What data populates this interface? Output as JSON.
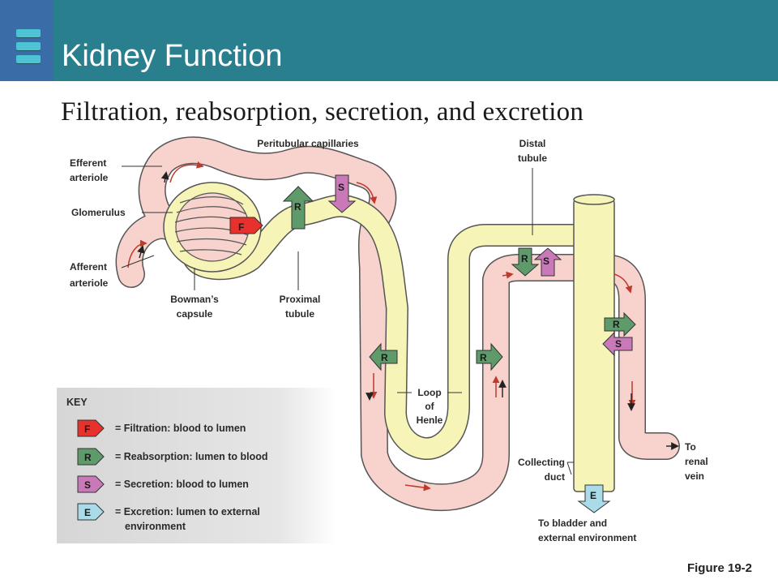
{
  "header": {
    "title": "Kidney Function",
    "subtitle": "Filtration, reabsorption, secretion, and excretion"
  },
  "figure_label": "Figure 19-2",
  "labels": {
    "efferent_1": "Efferent",
    "efferent_2": "arteriole",
    "glomerulus": "Glomerulus",
    "afferent_1": "Afferent",
    "afferent_2": "arteriole",
    "bowmans_1": "Bowman’s",
    "bowmans_2": "capsule",
    "proximal_1": "Proximal",
    "proximal_2": "tubule",
    "peritubular": "Peritubular capillaries",
    "distal_1": "Distal",
    "distal_2": "tubule",
    "loop_1": "Loop",
    "loop_2": "of",
    "loop_3": "Henle",
    "collecting_1": "Collecting",
    "collecting_2": "duct",
    "renal_1": "To",
    "renal_2": "renal",
    "renal_3": "vein",
    "bladder_1": "To bladder and",
    "bladder_2": "external environment"
  },
  "badges": {
    "F": "F",
    "R": "R",
    "S": "S",
    "E": "E"
  },
  "key": {
    "title": "KEY",
    "filtration": "= Filtration: blood to lumen",
    "reabsorption": "= Reabsorption: lumen to blood",
    "secretion": "= Secretion: blood to lumen",
    "excretion_1": "= Excretion: lumen to external",
    "excretion_2": "environment"
  },
  "colors": {
    "header": "#2a7f8f",
    "header_side": "#3a6da8",
    "tubule": "#f7f4b8",
    "vessel": "#f8d2cc",
    "filtration": "#e8302c",
    "reabsorption": "#5f9b6a",
    "secretion": "#c979b8",
    "excretion": "#a9dbe8",
    "key_box": "#dcdcdc"
  }
}
